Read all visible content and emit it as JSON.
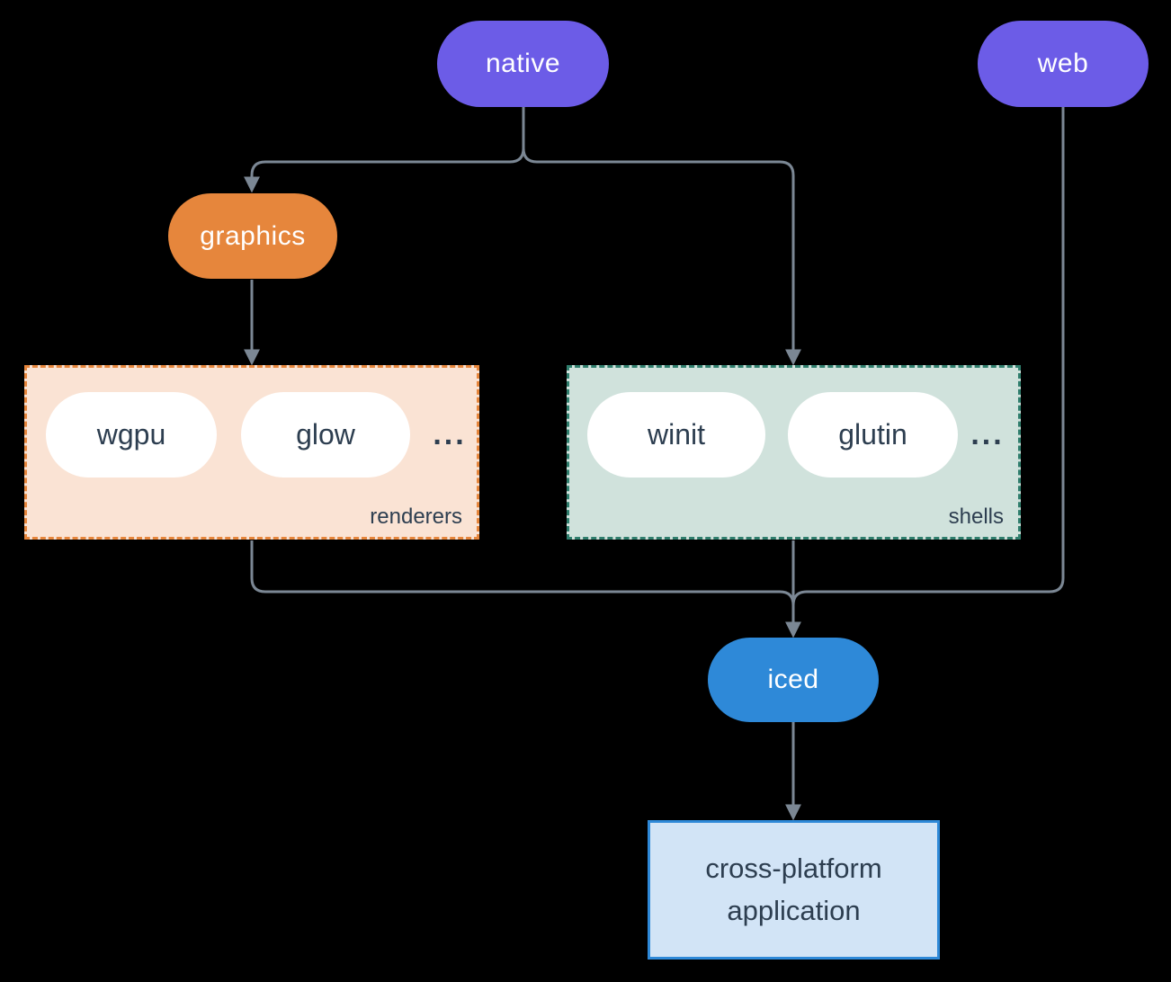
{
  "colors": {
    "background": "#000000",
    "native_web_pill": "#6C5CE7",
    "graphics_pill": "#E6863C",
    "iced_pill": "#2E89D8",
    "connector": "#7B8794",
    "renderers_fill": "#FAE3D4",
    "renderers_border": "#E6863C",
    "shells_fill": "#D0E2DC",
    "shells_border": "#2F7E6D",
    "application_fill": "#D2E4F6",
    "application_border": "#2E89D8",
    "dark_text": "#2D3E50",
    "pill_text": "#FFFFFF"
  },
  "nodes": {
    "native": {
      "label": "native"
    },
    "web": {
      "label": "web"
    },
    "graphics": {
      "label": "graphics"
    },
    "iced": {
      "label": "iced"
    },
    "application": {
      "label": "cross-platform application"
    }
  },
  "groups": {
    "renderers": {
      "caption": "renderers",
      "items": [
        {
          "label": "wgpu"
        },
        {
          "label": "glow"
        },
        {
          "label": "..."
        }
      ]
    },
    "shells": {
      "caption": "shells",
      "items": [
        {
          "label": "winit"
        },
        {
          "label": "glutin"
        },
        {
          "label": "..."
        }
      ]
    }
  },
  "edges": [
    {
      "from": "native",
      "to": "graphics"
    },
    {
      "from": "native",
      "to": "shells"
    },
    {
      "from": "graphics",
      "to": "renderers"
    },
    {
      "from": "renderers",
      "to": "iced"
    },
    {
      "from": "shells",
      "to": "iced"
    },
    {
      "from": "web",
      "to": "iced"
    },
    {
      "from": "iced",
      "to": "application"
    }
  ]
}
